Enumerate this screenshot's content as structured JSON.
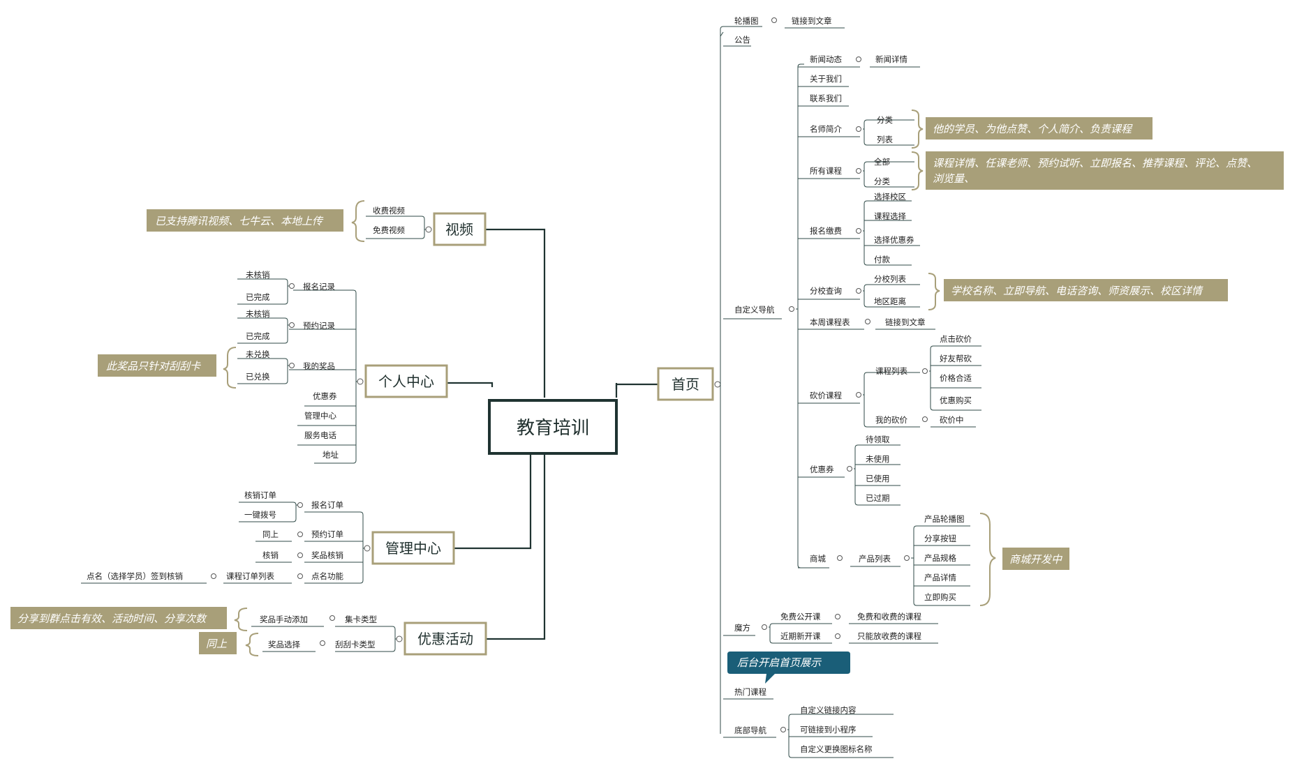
{
  "root": "教育培训",
  "colors": {
    "line": "#2f4a47",
    "note_bg": "#a89f79",
    "callout_bg": "#1a5e78",
    "topic_border": "#a89f79",
    "root_border": "#1f3331"
  },
  "home": {
    "title": "首页",
    "carousel": "轮播图",
    "link_article": "链接到文章",
    "notice": "公告",
    "custom_nav": "自定义导航",
    "news": "新闻动态",
    "news_detail": "新闻详情",
    "about": "关于我们",
    "contact": "联系我们",
    "teachers": "名师简介",
    "category": "分类",
    "list": "列表",
    "teachers_note": "他的学员、为他点赞、个人简介、负责课程",
    "courses": "所有课程",
    "all": "全部",
    "courses_note_1": "课程详情、任课老师、预约试听、立即报名、推荐课程、评论、点赞、",
    "courses_note_2": "浏览量、",
    "signup": "报名缴费",
    "signup_items": [
      "选择校区",
      "课程选择",
      "选择优惠券",
      "付款"
    ],
    "branch_query": "分校查询",
    "branch_items": [
      "分校列表",
      "地区距离"
    ],
    "branch_note": "学校名称、立即导航、电话咨询、师资展示、校区详情",
    "weekly": "本周课程表",
    "weekly_link": "链接到文章",
    "bargain": "砍价课程",
    "course_list": "课程列表",
    "bargain_items": [
      "点击砍价",
      "好友帮砍",
      "价格合适",
      "优惠购买"
    ],
    "my_bargain": "我的砍价",
    "bargaining": "砍价中",
    "coupon": "优惠券",
    "coupon_items": [
      "待领取",
      "未使用",
      "已使用",
      "已过期"
    ],
    "shop": "商城",
    "product_list": "产品列表",
    "product_items": [
      "产品轮播图",
      "分享按钮",
      "产品规格",
      "产品详情",
      "立即购买"
    ],
    "shop_note": "商城开发中",
    "magic": "魔方",
    "free_open": "免费公开课",
    "free_open_desc": "免费和收费的课程",
    "recent": "近期新开课",
    "recent_desc": "只能放收费的课程",
    "callout": "后台开启首页展示",
    "hot": "热门课程",
    "bottom_nav": "底部导航",
    "bottom_items": [
      "自定义链接内容",
      "可链接到小程序",
      "自定义更换图标名称"
    ]
  },
  "video": {
    "title": "视频",
    "items": [
      "收费视频",
      "免费视频"
    ],
    "note": "已支持腾讯视频、七牛云、本地上传"
  },
  "personal": {
    "title": "个人中心",
    "signup_record": "报名记录",
    "signup_items": [
      "未核销",
      "已完成"
    ],
    "booking_record": "预约记录",
    "booking_items": [
      "未核销",
      "已完成"
    ],
    "prizes": "我的奖品",
    "prize_items": [
      "未兑换",
      "已兑换"
    ],
    "prize_note": "此奖品只针对刮刮卡",
    "others": [
      "优惠券",
      "管理中心",
      "服务电话",
      "地址"
    ]
  },
  "manage": {
    "title": "管理中心",
    "signup_order": "报名订单",
    "signup_order_items": [
      "核销订单",
      "一键拨号"
    ],
    "booking_order": "预约订单",
    "booking_same": "同上",
    "prize_verify": "奖品核销",
    "verify": "核销",
    "rollcall": "点名功能",
    "course_orders": "课程订单列表",
    "rollcall_desc": "点名（选择学员）签到核销"
  },
  "promo": {
    "title": "优惠活动",
    "card_type": "集卡类型",
    "card_add": "奖品手动添加",
    "card_note": "分享到群点击有效、活动时间、分享次数",
    "scratch_type": "刮刮卡类型",
    "scratch_select": "奖品选择",
    "scratch_note": "同上"
  }
}
